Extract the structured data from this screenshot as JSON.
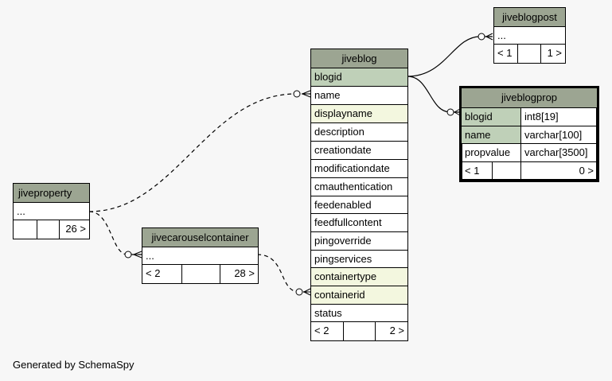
{
  "tables": {
    "jiveblog": {
      "name": "jiveblog",
      "columns": [
        "blogid",
        "name",
        "displayname",
        "description",
        "creationdate",
        "modificationdate",
        "cmauthentication",
        "feedenabled",
        "feedfullcontent",
        "pingoverride",
        "pingservices",
        "containertype",
        "containerid",
        "status"
      ],
      "footer": {
        "parents": "< 2",
        "children": "2 >"
      }
    },
    "jiveblogpost": {
      "name": "jiveblogpost",
      "columns": [
        "..."
      ],
      "footer": {
        "parents": "< 1",
        "children": "1 >"
      }
    },
    "jiveblogprop": {
      "name": "jiveblogprop",
      "columns": [
        {
          "name": "blogid",
          "type": "int8[19]"
        },
        {
          "name": "name",
          "type": "varchar[100]"
        },
        {
          "name": "propvalue",
          "type": "varchar[3500]"
        }
      ],
      "footer": {
        "parents": "< 1",
        "children": "0 >"
      }
    },
    "jiveproperty": {
      "name": "jiveproperty",
      "columns": [
        "..."
      ],
      "footer": {
        "parents": "",
        "children": "26 >"
      }
    },
    "jivecarouselcontainer": {
      "name": "jivecarouselcontainer",
      "columns": [
        "..."
      ],
      "footer": {
        "parents": "< 2",
        "children": "28 >"
      }
    }
  },
  "generated_by": "Generated by SchemaSpy",
  "colors": {
    "header": "#9ca592",
    "primary_key": "#bfd0b8",
    "indexed": "#f3f7df",
    "background": "#f7f7f7"
  }
}
